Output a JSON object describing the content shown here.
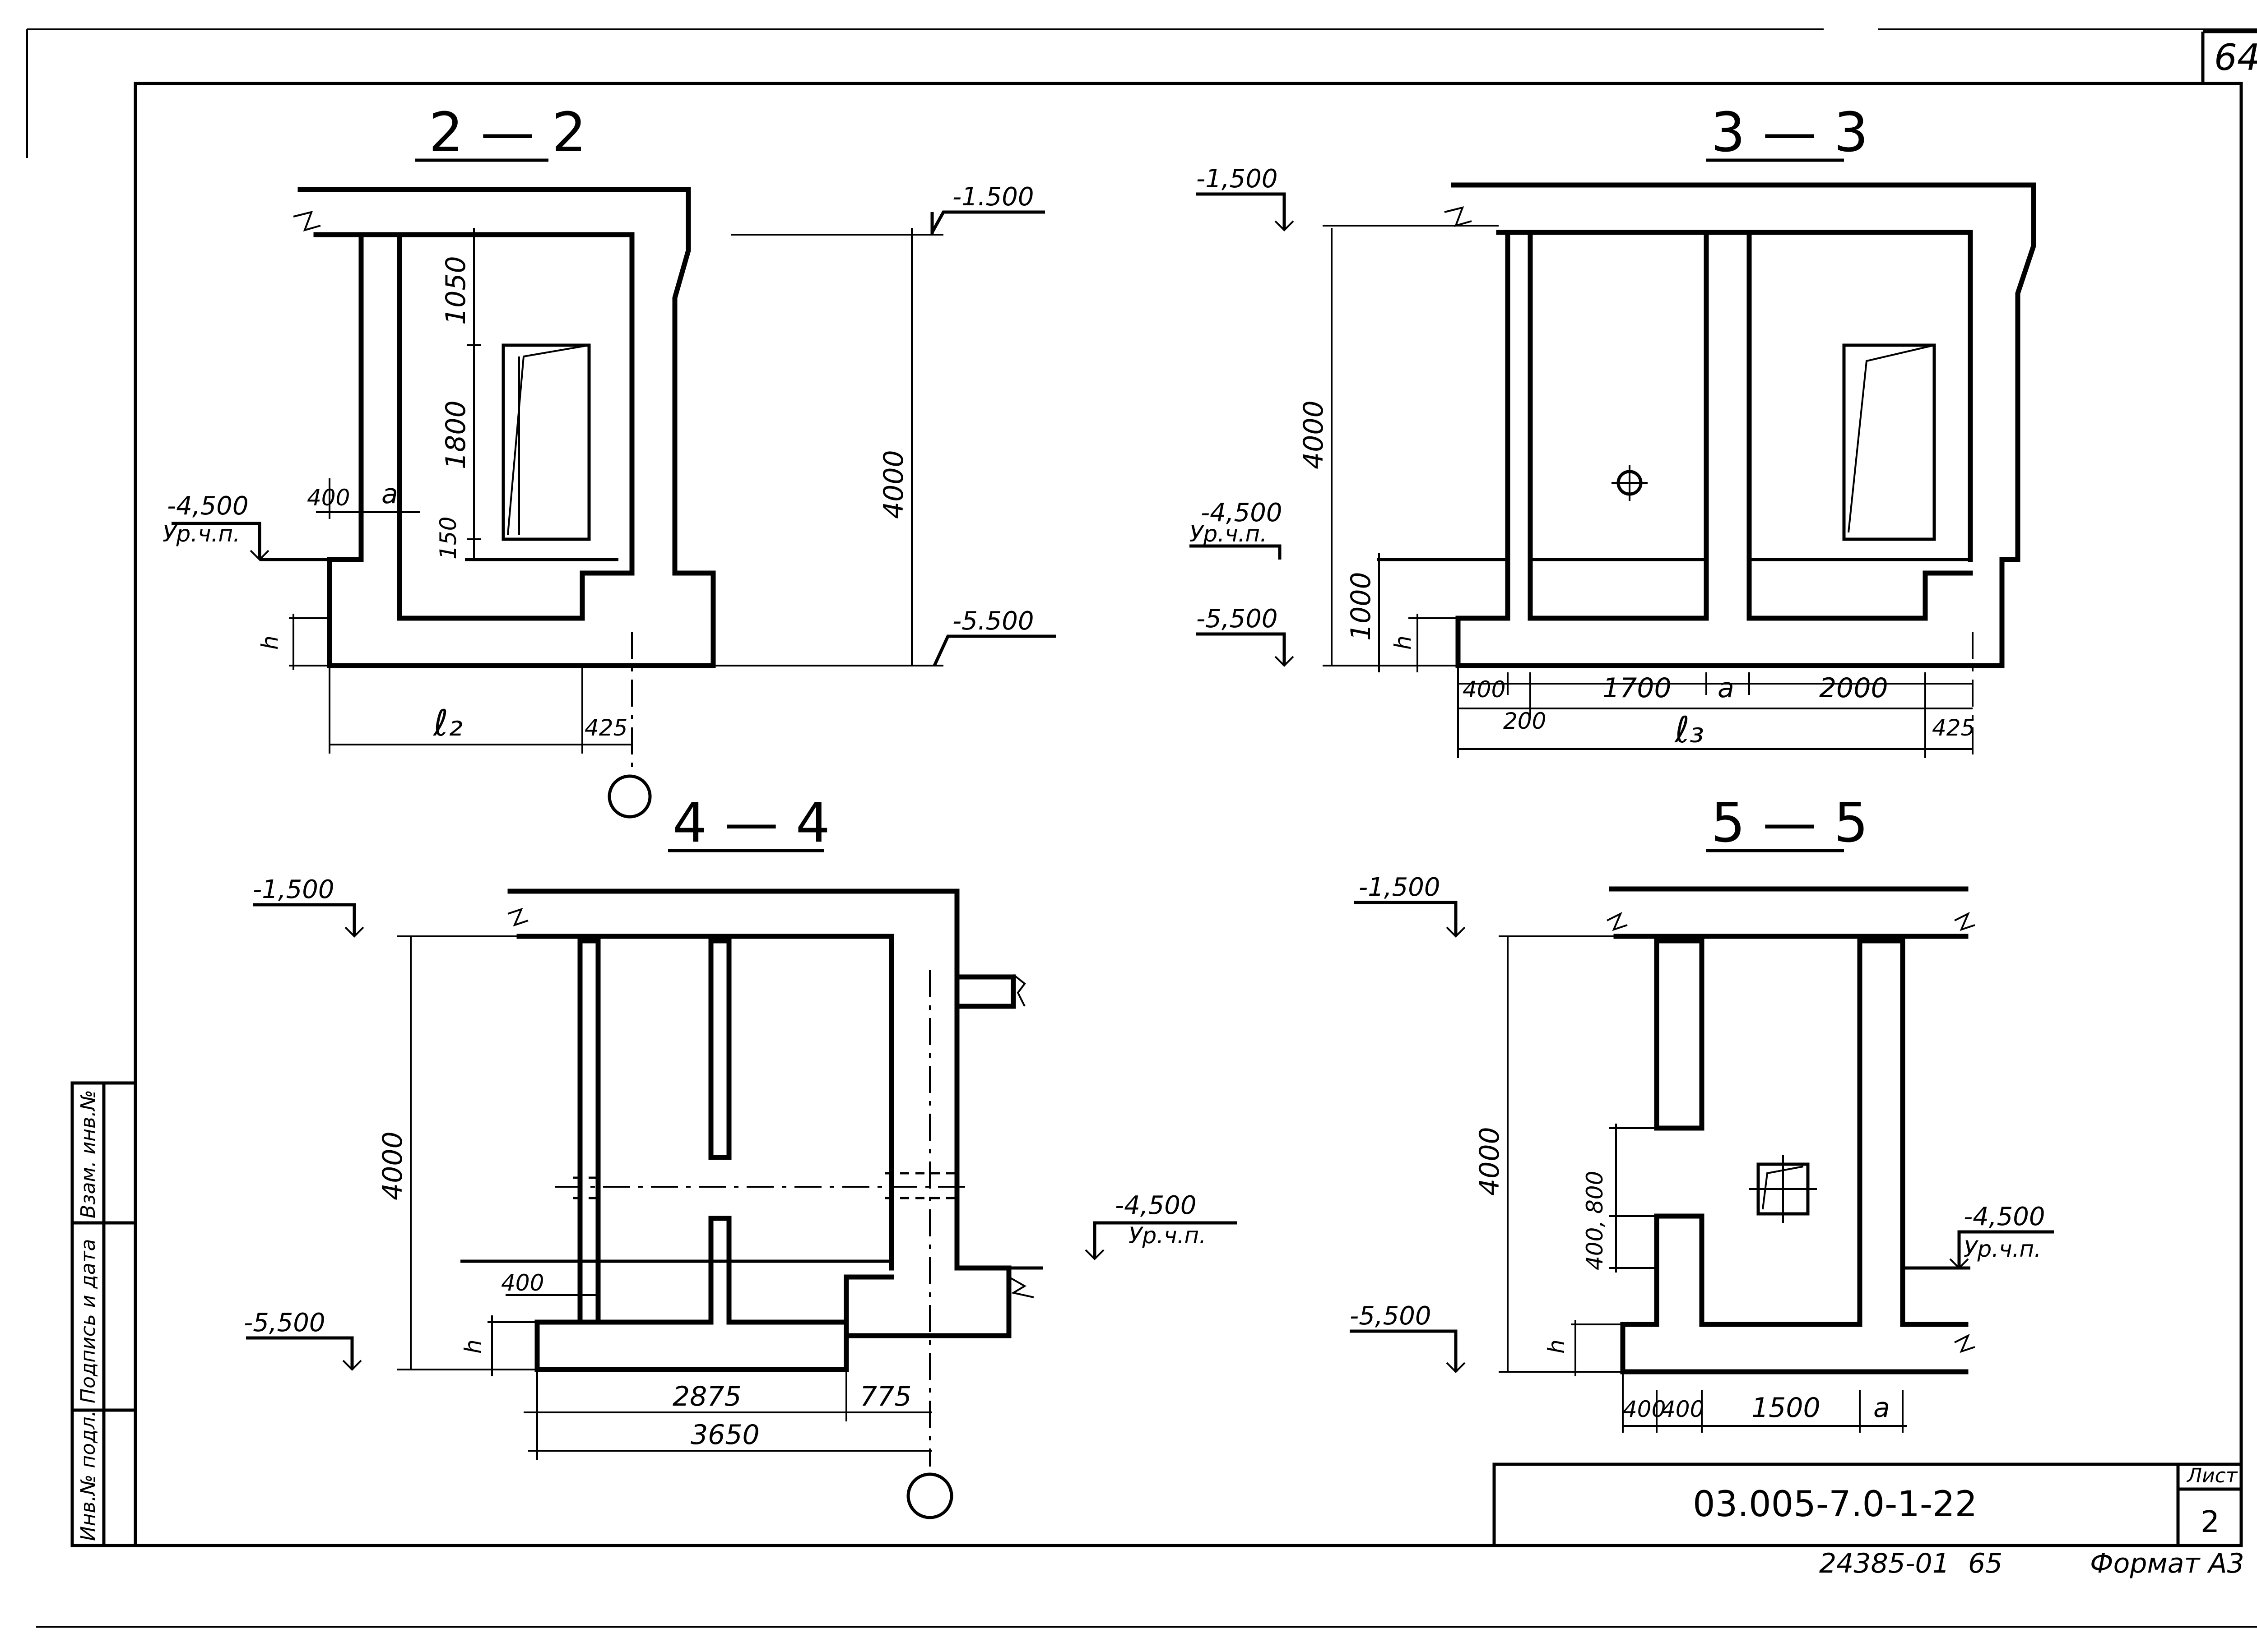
{
  "sheet": {
    "page_number": "64",
    "doc_code": "03.005-7.0-1-22",
    "sheet_label": "Лист",
    "sheet_number": "2",
    "archive_number": "24385-01",
    "archive_page": "65",
    "format": "Формат А3",
    "side_stamp": [
      "Инв.№ подл.",
      "Подпись и дата",
      "Взам. инв.№"
    ]
  },
  "sections": {
    "s22": {
      "title": "2 — 2",
      "levels": [
        "-1.500",
        "-5.500",
        "-4,500",
        "Ур.ч.п."
      ],
      "dims": [
        "1050",
        "1800",
        "150",
        "4000",
        "400",
        "a",
        "h",
        "ℓ₂",
        "425"
      ]
    },
    "s33": {
      "title": "3 — 3",
      "levels": [
        "-1,500",
        "-4,500",
        "Ур.ч.п.",
        "-5,500"
      ],
      "dims": [
        "4000",
        "1000",
        "h",
        "400",
        "1700",
        "a",
        "2000",
        "200",
        "ℓ₃",
        "425"
      ]
    },
    "s44": {
      "title": "4 — 4",
      "levels": [
        "-1,500",
        "-5,500",
        "-4,500",
        "Ур.ч.п."
      ],
      "dims": [
        "4000",
        "400",
        "h",
        "2875",
        "775",
        "3650"
      ]
    },
    "s55": {
      "title": "5 — 5",
      "levels": [
        "-1,500",
        "-5,500",
        "-4,500",
        "Ур.ч.п."
      ],
      "dims": [
        "4000",
        "800",
        "400,",
        "h",
        "400",
        "400",
        "1500",
        "a"
      ]
    }
  }
}
